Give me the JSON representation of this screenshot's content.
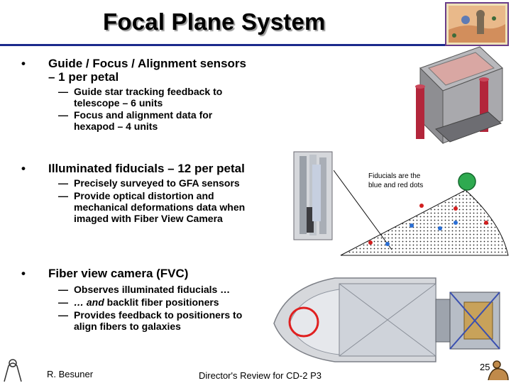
{
  "slide": {
    "title": "Focal Plane System",
    "bullets": [
      {
        "marker": "•",
        "lines": [
          "Guide / Focus  / Alignment sensors",
          "– 1 per petal"
        ],
        "subs": [
          {
            "marker": "—",
            "lines": [
              "Guide star tracking feedback to",
              "telescope – 6 units"
            ]
          },
          {
            "marker": "—",
            "lines": [
              "Focus and alignment data for",
              "hexapod – 4 units"
            ]
          }
        ]
      },
      {
        "marker": "•",
        "lines": [
          "Illuminated fiducials – 12 per petal"
        ],
        "subs": [
          {
            "marker": "—",
            "lines": [
              "Precisely surveyed to GFA sensors"
            ]
          },
          {
            "marker": "—",
            "lines": [
              "Provide optical distortion and",
              "mechanical deformations data when",
              "imaged with Fiber View Camera"
            ]
          }
        ]
      },
      {
        "marker": "•",
        "lines": [
          "Fiber view camera (FVC)"
        ],
        "subs": [
          {
            "marker": "—",
            "lines": [
              "Observes illuminated fiducials …"
            ]
          },
          {
            "marker": "—",
            "lines": [
              "… and backlit fiber positioners"
            ],
            "italic_prefix": "… and"
          },
          {
            "marker": "—",
            "lines": [
              "Provides feedback to positioners to",
              "align fibers to galaxies"
            ]
          }
        ]
      }
    ],
    "fiducial_note": [
      "Fiducials are the",
      "blue and red dots"
    ],
    "footer": {
      "author": "R. Besuner",
      "event": "Director's Review for CD-2 P3",
      "page": "25"
    },
    "colors": {
      "title_rule": "#1b2a8c",
      "fiducial_red": "#d21f1f",
      "fiducial_blue": "#2a6fd6",
      "highlight_circle": "#e02020",
      "gfa_circle": "#20a040"
    },
    "icons": {
      "logo": "boss-logo-image",
      "decor_bottom_left": "figure-sketch-icon",
      "decor_bottom_right": "animal-sketch-icon"
    }
  }
}
